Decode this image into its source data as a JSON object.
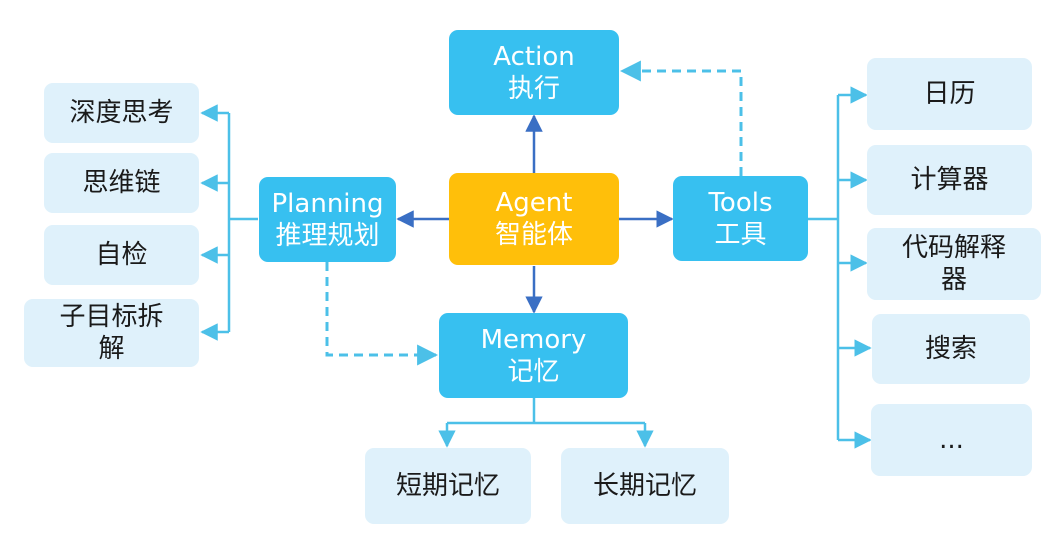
{
  "colors": {
    "core_fill": "#37c0f0",
    "agent_fill": "#ffbf0a",
    "leaf_fill": "#dff1fb",
    "arrow_solid": "#3a6fc4",
    "arrow_light": "#4cc0e8"
  },
  "agent": {
    "en": "Agent",
    "zh": "智能体"
  },
  "action": {
    "en": "Action",
    "zh": "执行"
  },
  "planning": {
    "en": "Planning",
    "zh": "推理规划"
  },
  "tools": {
    "en": "Tools",
    "zh": "工具"
  },
  "memory": {
    "en": "Memory",
    "zh": "记忆"
  },
  "planning_items": [
    "深度思考",
    "思维链",
    "自检",
    "子目标拆",
    "解"
  ],
  "tools_items": [
    "日历",
    "计算器",
    "代码解释",
    "器",
    "搜索",
    "..."
  ],
  "memory_items": [
    "短期记忆",
    "长期记忆"
  ]
}
